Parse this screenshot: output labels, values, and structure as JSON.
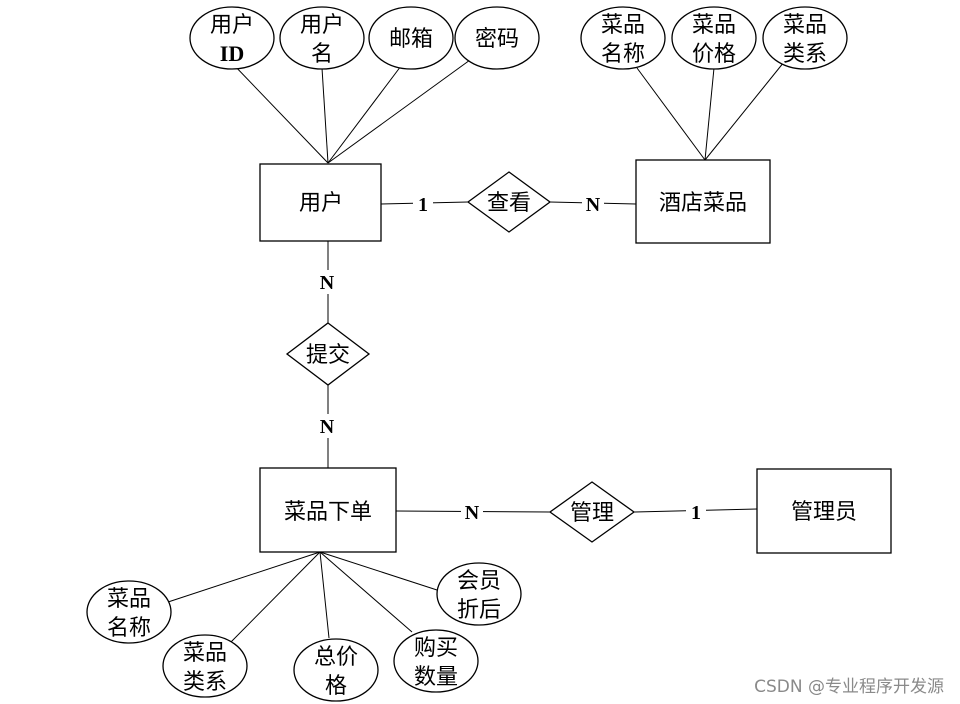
{
  "entities": {
    "user": "用户",
    "dish": "酒店菜品",
    "order": "菜品下单",
    "admin": "管理员"
  },
  "relations": {
    "view": "查看",
    "submit": "提交",
    "manage": "管理"
  },
  "attributes": {
    "user": [
      [
        "用户",
        "ID"
      ],
      [
        "用户",
        "名"
      ],
      [
        "邮箱"
      ],
      [
        "密码"
      ]
    ],
    "dish": [
      [
        "菜品",
        "名称"
      ],
      [
        "菜品",
        "价格"
      ],
      [
        "菜品",
        "类系"
      ]
    ],
    "order": [
      [
        "菜品",
        "名称"
      ],
      [
        "菜品",
        "类系"
      ],
      [
        "总价",
        "格"
      ],
      [
        "购买",
        "数量"
      ],
      [
        "会员",
        "折后"
      ]
    ]
  },
  "cardinalities": {
    "user_view": "1",
    "view_dish": "N",
    "user_submit": "N",
    "submit_order": "N",
    "order_manage": "N",
    "manage_admin": "1"
  },
  "watermark": "CSDN @专业程序开发源"
}
